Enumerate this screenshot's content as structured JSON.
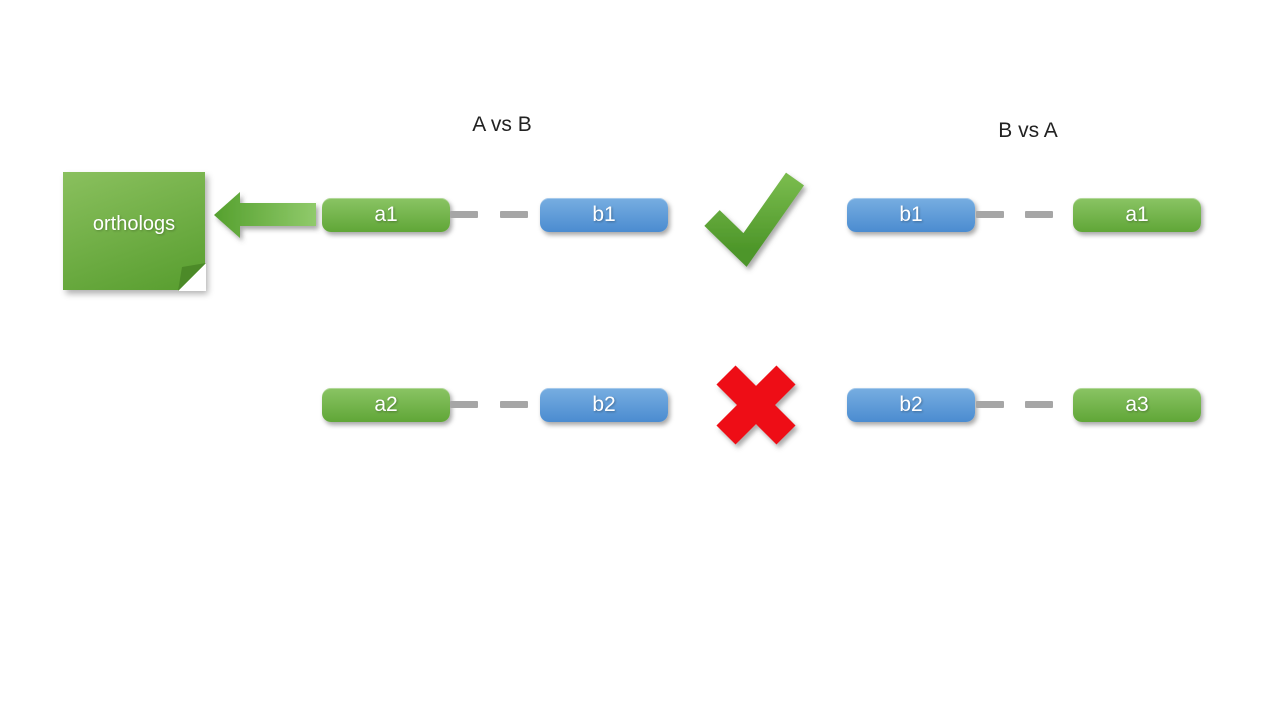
{
  "titles": {
    "left": "A vs B",
    "right": "B vs A"
  },
  "note": {
    "label": "orthologs"
  },
  "rows": [
    {
      "left_pair": [
        "a1",
        "b1"
      ],
      "verdict": "match",
      "right_pair": [
        "b1",
        "a1"
      ]
    },
    {
      "left_pair": [
        "a2",
        "b2"
      ],
      "verdict": "no-match",
      "right_pair": [
        "b2",
        "a3"
      ]
    }
  ],
  "icons": {
    "arrow": "left-arrow",
    "match": "check-mark",
    "no_match": "cross-mark"
  },
  "colors": {
    "background": "#ffffff",
    "title-text": "#222222",
    "label-text": "#ffffff",
    "green-box-top": "#8ac464",
    "green-box-bottom": "#60a637",
    "blue-box-top": "#77aee1",
    "blue-box-bottom": "#4b8cd0",
    "note-top": "#8ac05e",
    "note-bottom": "#579d2e",
    "note-fold": "#4c8a28",
    "arrow-dark": "#55a02e",
    "arrow-light": "#90ca6b",
    "check-top": "#78ba4c",
    "check-bottom": "#4d9629",
    "cross-red": "#ee1014",
    "connector-gray": "#a6a6a6"
  }
}
